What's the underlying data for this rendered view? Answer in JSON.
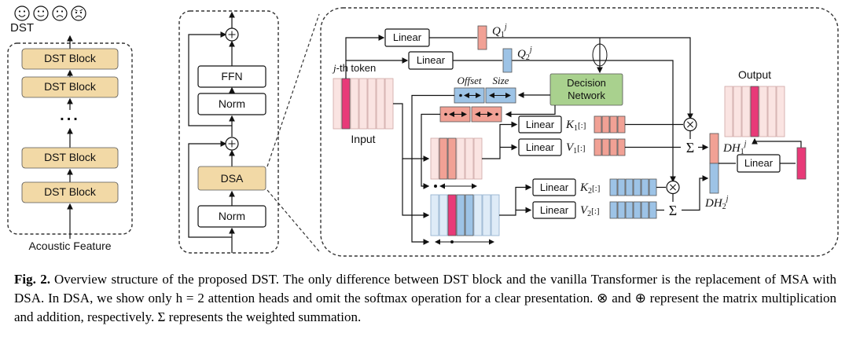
{
  "figure": {
    "colors": {
      "tan": "#F2D9A6",
      "green": "#A9D18E",
      "magenta": "#E83A78",
      "salmon": "#F1A195",
      "pale_pink": "#FAE4E2",
      "blue": "#9DC3E6",
      "pale_blue": "#DEEBF7",
      "white": "#FFFFFF"
    },
    "left_panel": {
      "title": "DST",
      "blocks": [
        "DST Block",
        "DST Block",
        "DST Block",
        "DST Block"
      ],
      "ellipsis": "...",
      "bottom_label": "Acoustic Feature"
    },
    "middle_panel": {
      "ffn": "FFN",
      "norm_top": "Norm",
      "dsa": "DSA",
      "norm_bottom": "Norm"
    },
    "right_panel": {
      "linear": "Linear",
      "input_label": "Input",
      "output_label": "Output",
      "jth_token_italic": "j",
      "jth_token_rest": "-th token",
      "offset_label": "Offset",
      "size_label": "Size",
      "decision_network_line1": "Decision",
      "decision_network_line2": "Network",
      "sigma": "Σ",
      "q1": {
        "base": "Q",
        "sub": "1",
        "sup": "j"
      },
      "q2": {
        "base": "Q",
        "sub": "2",
        "sup": "j"
      },
      "k1": {
        "base": "K",
        "sub": "1",
        "suffix": "[:]"
      },
      "v1": {
        "base": "V",
        "sub": "1",
        "suffix": "[:]"
      },
      "k2": {
        "base": "K",
        "sub": "2",
        "suffix": "[:]"
      },
      "v2": {
        "base": "V",
        "sub": "2",
        "suffix": "[:]"
      },
      "dh1": {
        "base": "DH",
        "sub": "1",
        "sup": "j"
      },
      "dh2": {
        "base": "DH",
        "sub": "2",
        "sup": "j"
      }
    }
  },
  "caption": {
    "label": "Fig. 2.",
    "text": "Overview structure of the proposed DST. The only difference between DST block and the vanilla Transformer is the replacement of MSA with DSA. In DSA, we show only h = 2 attention heads and omit the softmax operation for a clear presentation. ⊗ and ⊕ represent the matrix multiplication and addition, respectively. Σ represents the weighted summation."
  }
}
